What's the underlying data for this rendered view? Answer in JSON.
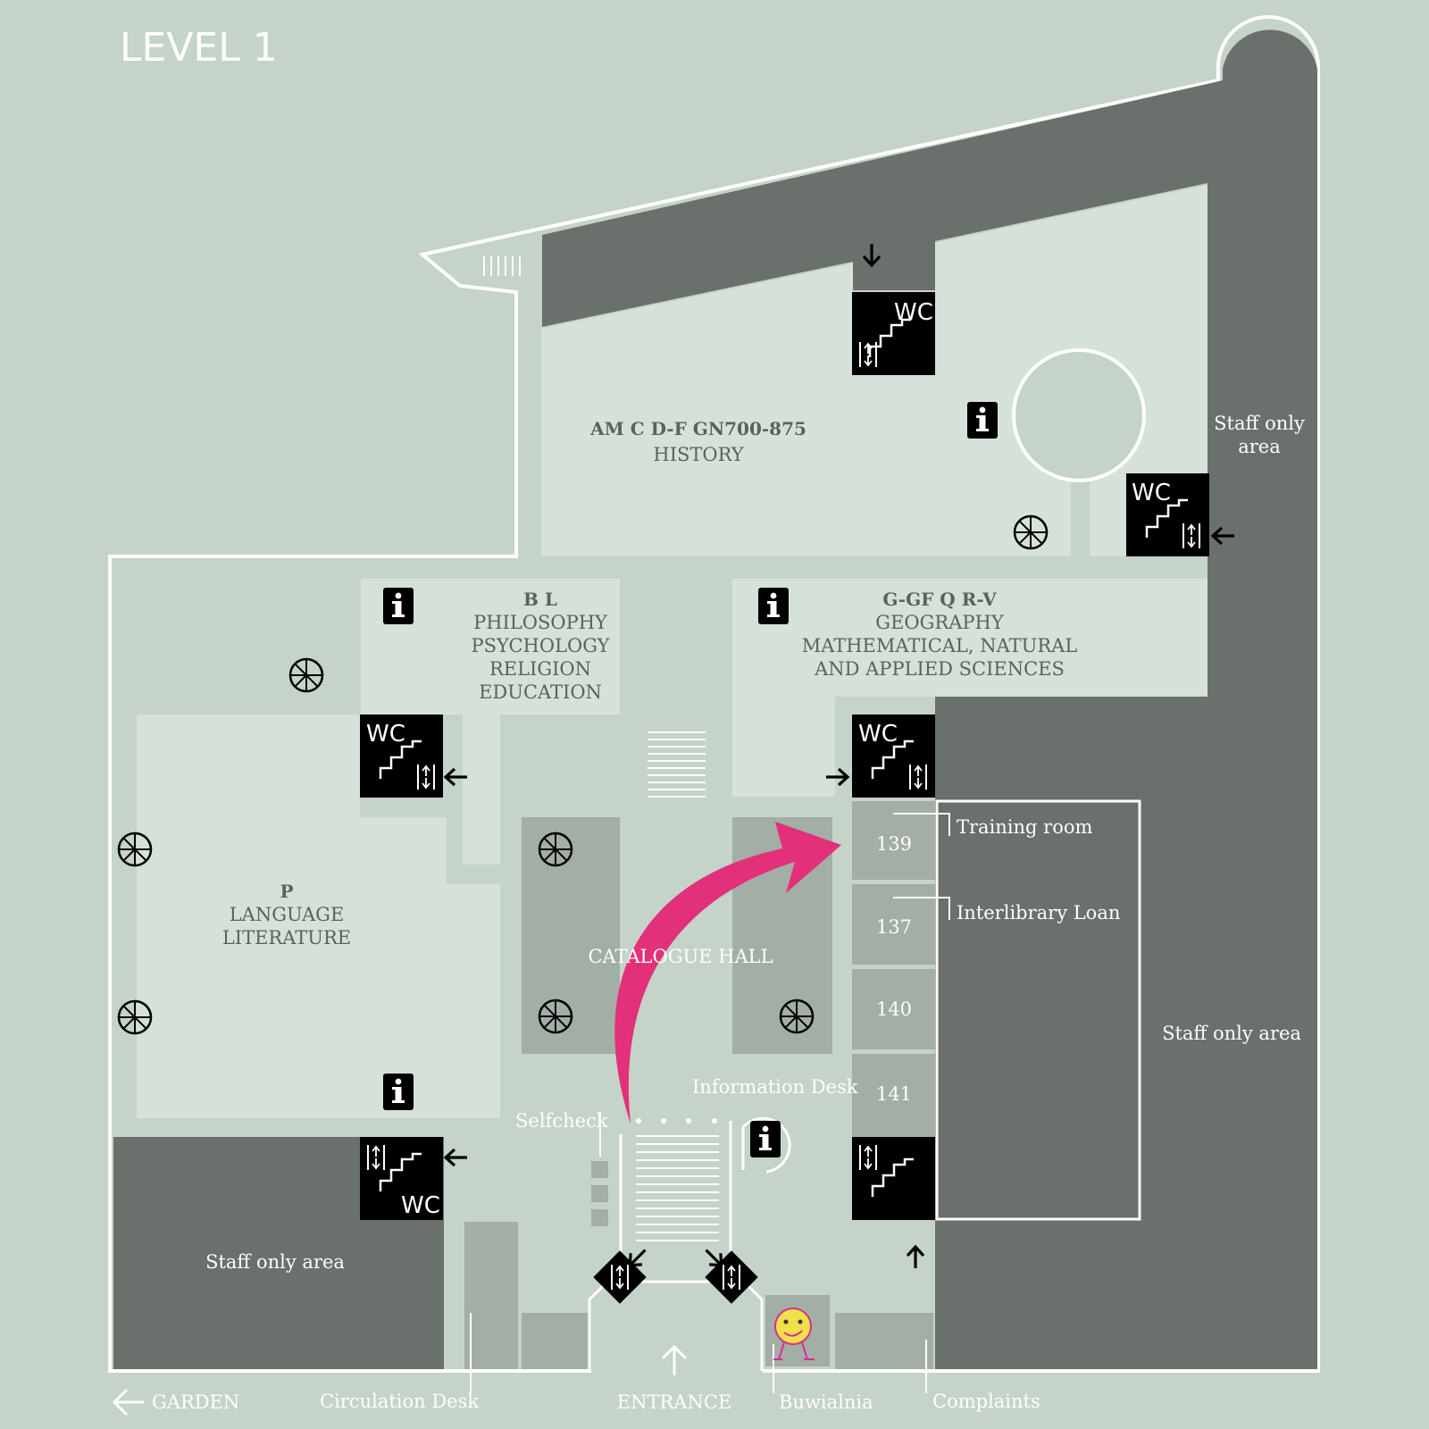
{
  "title": "LEVEL 1",
  "zones": {
    "history": {
      "code": "AM C D-F GN700-875",
      "lines": [
        "HISTORY"
      ]
    },
    "philosophy": {
      "code": "B L",
      "lines": [
        "PHILOSOPHY",
        "PSYCHOLOGY",
        "RELIGION",
        "EDUCATION"
      ]
    },
    "geography": {
      "code": "G-GF Q R-V",
      "lines": [
        "GEOGRAPHY",
        "MATHEMATICAL, NATURAL",
        "AND APPLIED SCIENCES"
      ]
    },
    "language": {
      "code": "P",
      "lines": [
        "LANGUAGE",
        "LITERATURE"
      ]
    }
  },
  "catalogue_hall": "CATALOGUE HALL",
  "rooms": [
    "139",
    "137",
    "140",
    "141"
  ],
  "room_labels": {
    "training": "Training room",
    "interlibrary": "Interlibrary Loan"
  },
  "staff": {
    "top_right": [
      "Staff only",
      "area"
    ],
    "right": "Staff only area",
    "left": "Staff only area"
  },
  "desks": {
    "information": "Information Desk",
    "selfcheck": "Selfcheck"
  },
  "bottom_labels": {
    "garden": "GARDEN",
    "circulation": "Circulation Desk",
    "entrance": "ENTRANCE",
    "buwialnia": "Buwialnia",
    "complaints": "Complaints"
  },
  "icons": [
    "wc-stairs-lift-icon",
    "info-icon",
    "spiral-staircase-icon",
    "lift-icon",
    "direction-arrow-icon",
    "mascot-icon"
  ],
  "colors": {
    "background": "#c5d3c8",
    "light_area": "#d6e2d9",
    "dark_area": "#6a706b",
    "medium_area": "#a3aea6",
    "highlight_arrow": "#e2307a",
    "icon_black": "#000000"
  }
}
